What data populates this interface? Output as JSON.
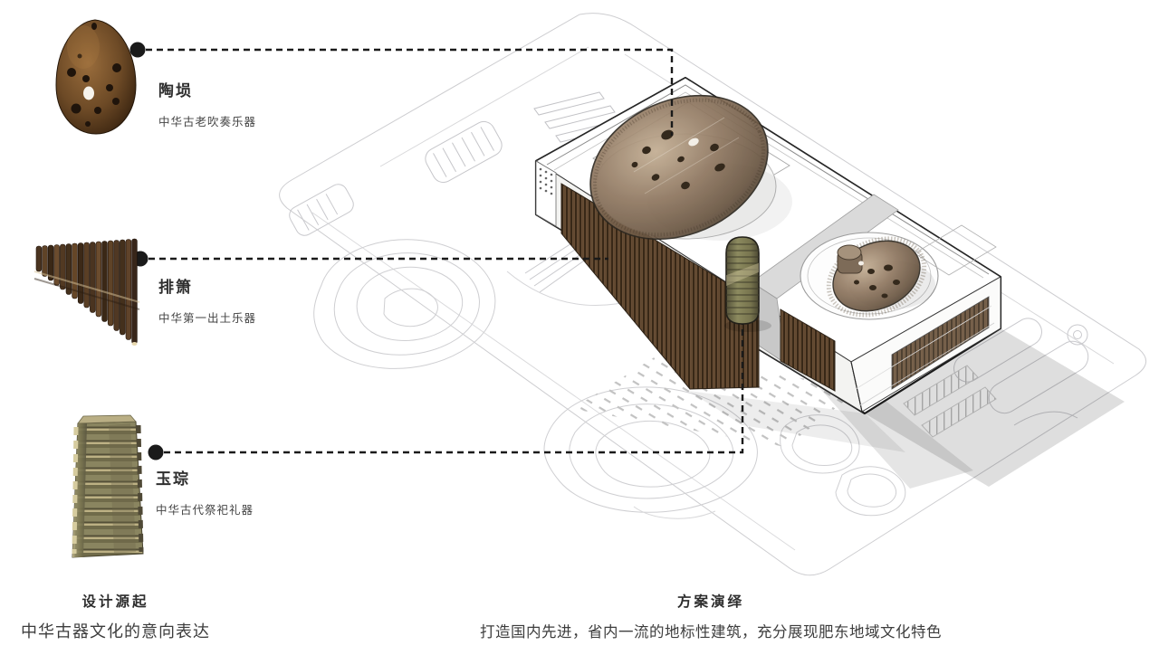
{
  "slide": {
    "left_section_heading": "设计源起",
    "left_section_caption": "中华古器文化的意向表达",
    "right_section_heading": "方案演绎",
    "right_section_caption": "打造国内先进，省内一流的地标性建筑，充分展现肥东地域文化特色"
  },
  "artifacts": [
    {
      "name": "taoxun",
      "title": "陶埙",
      "subtitle": "中华古老吹奏乐器"
    },
    {
      "name": "paixiao",
      "title": "排箫",
      "subtitle": "中华第一出土乐器"
    },
    {
      "name": "yucong",
      "title": "玉琮",
      "subtitle": "中华古代祭祀礼器"
    }
  ],
  "colors": {
    "callout_line": "#1a1a1a",
    "artifact_brown": "#5c3a1d",
    "louver_brown": "#6e543c",
    "jade_green": "#7c7a55",
    "site_line_gray": "#cccccc",
    "shadow_gray": "#d5d5d5",
    "text_dark": "#333333"
  }
}
